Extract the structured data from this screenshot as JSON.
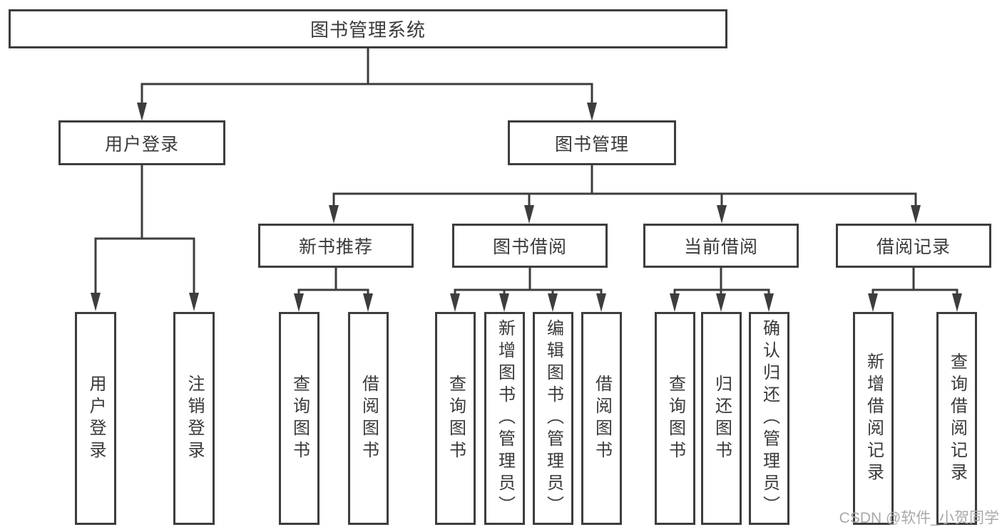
{
  "tree": {
    "root": {
      "label": "图书管理系统"
    },
    "branches": [
      {
        "label": "用户登录",
        "children": [
          {
            "label": "用户登录"
          },
          {
            "label": "注销登录"
          }
        ]
      },
      {
        "label": "图书管理",
        "children": [
          {
            "label": "新书推荐",
            "children": [
              {
                "label": "查询图书"
              },
              {
                "label": "借阅图书"
              }
            ]
          },
          {
            "label": "图书借阅",
            "children": [
              {
                "label": "查询图书"
              },
              {
                "label": "新增图书（管理员）"
              },
              {
                "label": "编辑图书（管理员）"
              },
              {
                "label": "借阅图书"
              }
            ]
          },
          {
            "label": "当前借阅",
            "children": [
              {
                "label": "查询图书"
              },
              {
                "label": "归还图书"
              },
              {
                "label": "确认归还（管理员）"
              }
            ]
          },
          {
            "label": "借阅记录",
            "children": [
              {
                "label": "新增借阅记录"
              },
              {
                "label": "查询借阅记录"
              }
            ]
          }
        ]
      }
    ]
  },
  "watermark": {
    "text": "CSDN @软件_小贺同学"
  },
  "colors": {
    "line": "#3d3d3d",
    "text": "#3a3a3a",
    "watermark": "#a9a9a9",
    "background": "#ffffff"
  }
}
